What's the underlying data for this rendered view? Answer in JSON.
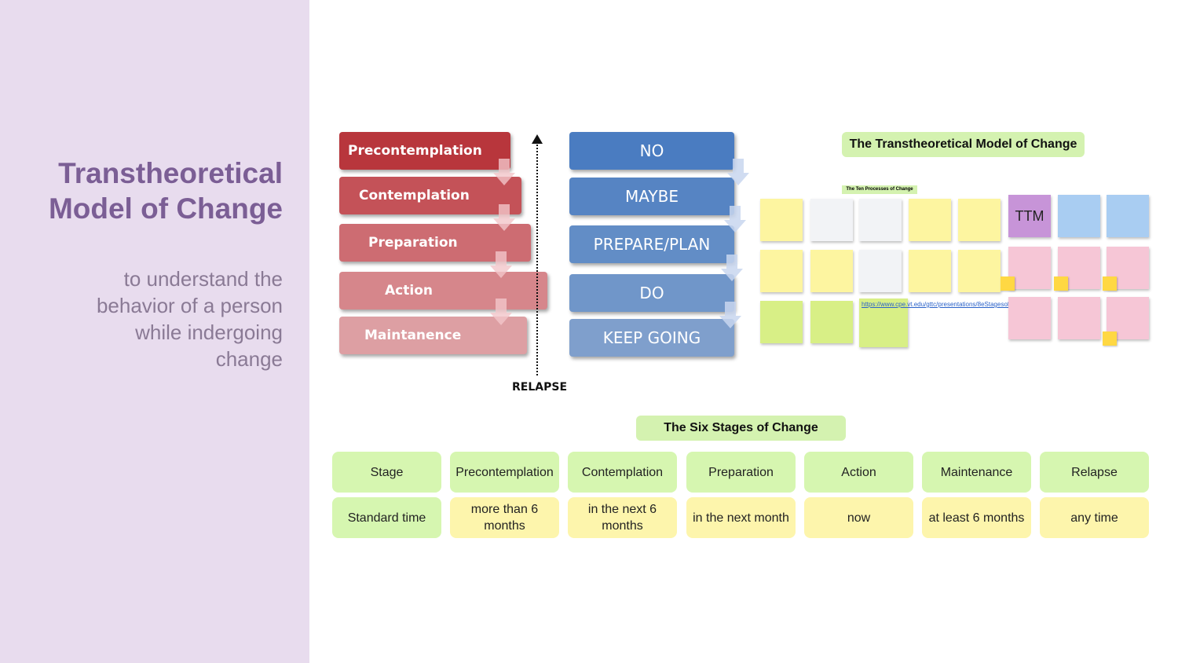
{
  "slide": {
    "title": "Transtheoretical Model of Change",
    "subtitle": "to understand the behavior of a person while indergoing change"
  },
  "stages_diagram": {
    "stages": [
      {
        "label": "Precontemplation",
        "color": "#b8363c"
      },
      {
        "label": "Contemplation",
        "color": "#c45258"
      },
      {
        "label": "Preparation",
        "color": "#cd6c72"
      },
      {
        "label": "Action",
        "color": "#d6868b"
      },
      {
        "label": "Maintanence",
        "color": "#dd9fa3"
      }
    ],
    "relapse_label": "RELAPSE",
    "responses": [
      {
        "label": "NO",
        "color": "#4a7cc1"
      },
      {
        "label": "MAYBE",
        "color": "#5684c3"
      },
      {
        "label": "PREPARE/PLAN",
        "color": "#628dc6"
      },
      {
        "label": "DO",
        "color": "#7096c9"
      },
      {
        "label": "KEEP GOING",
        "color": "#7f9fcc"
      }
    ]
  },
  "board": {
    "title": "The Transtheoretical Model of Change",
    "processes_title": "The Ten Processes of Change",
    "ttm_label": "TTM",
    "link_text": "https://www.cpe.vt.edu/gttc/presentations/8eStagesofChange.pdf"
  },
  "table": {
    "title": "The Six Stages of Change",
    "header": [
      "Stage",
      "Precontemplation",
      "Contemplation",
      "Preparation",
      "Action",
      "Maintenance",
      "Relapse"
    ],
    "row": [
      "Standard time",
      "more than 6 months",
      "in the next 6 months",
      "in the next month",
      "now",
      "at least 6 months",
      "any time"
    ]
  }
}
